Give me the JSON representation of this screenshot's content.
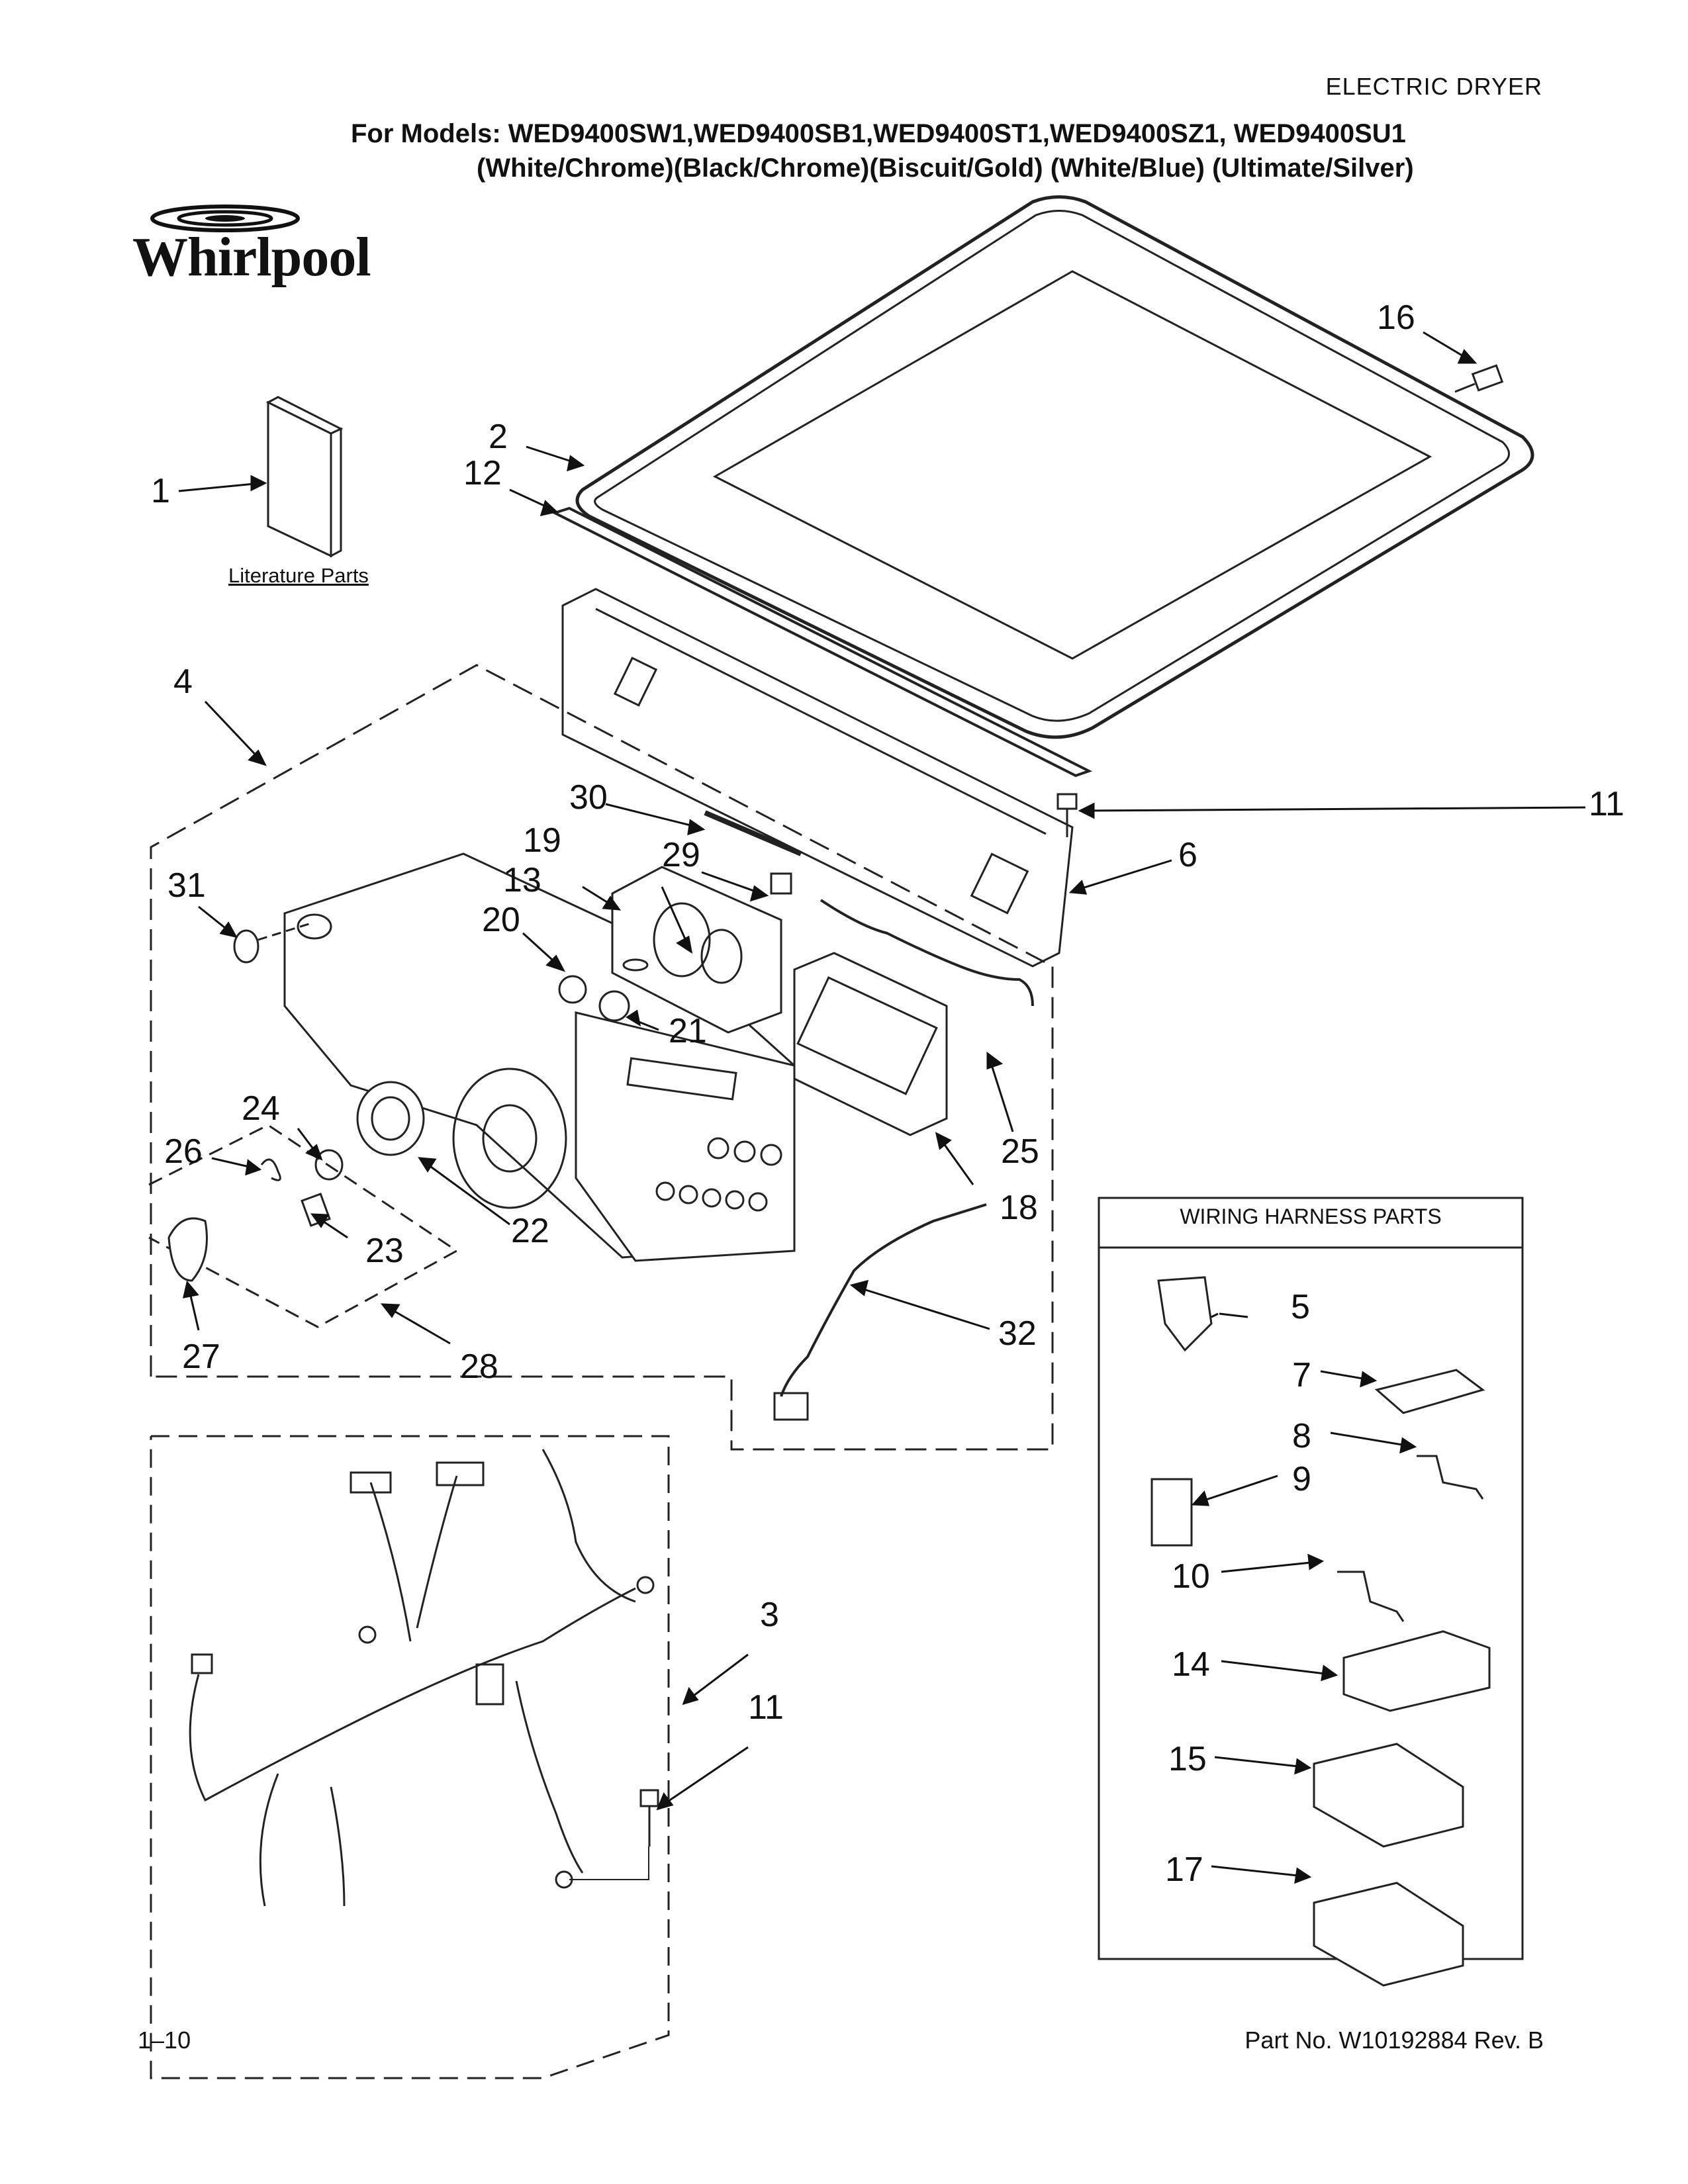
{
  "header": {
    "appliance_type": "ELECTRIC DRYER",
    "models_line": "For Models: WED9400SW1,WED9400SB1,WED9400ST1,WED9400SZ1, WED9400SU1",
    "colors_line": "(White/Chrome)(Black/Chrome)(Biscuit/Gold) (White/Blue)  (Ultimate/Silver)"
  },
  "brand": {
    "logo_text": "Whirlpool"
  },
  "literature": {
    "label": "Literature Parts"
  },
  "wiring_harness_box": {
    "title": "WIRING HARNESS PARTS"
  },
  "callouts": {
    "c1": "1",
    "c2": "2",
    "c3": "3",
    "c4": "4",
    "c5": "5",
    "c6": "6",
    "c7": "7",
    "c8": "8",
    "c9": "9",
    "c10": "10",
    "c11a": "11",
    "c11b": "11",
    "c12": "12",
    "c13": "13",
    "c14": "14",
    "c15": "15",
    "c16": "16",
    "c17": "17",
    "c18": "18",
    "c19": "19",
    "c20": "20",
    "c21": "21",
    "c22": "22",
    "c23": "23",
    "c24": "24",
    "c25": "25",
    "c26": "26",
    "c27": "27",
    "c28": "28",
    "c29": "29",
    "c30": "30",
    "c31": "31",
    "c32": "32"
  },
  "footer": {
    "page_number": "1–10",
    "part_number": "Part No. W10192884 Rev. B"
  }
}
